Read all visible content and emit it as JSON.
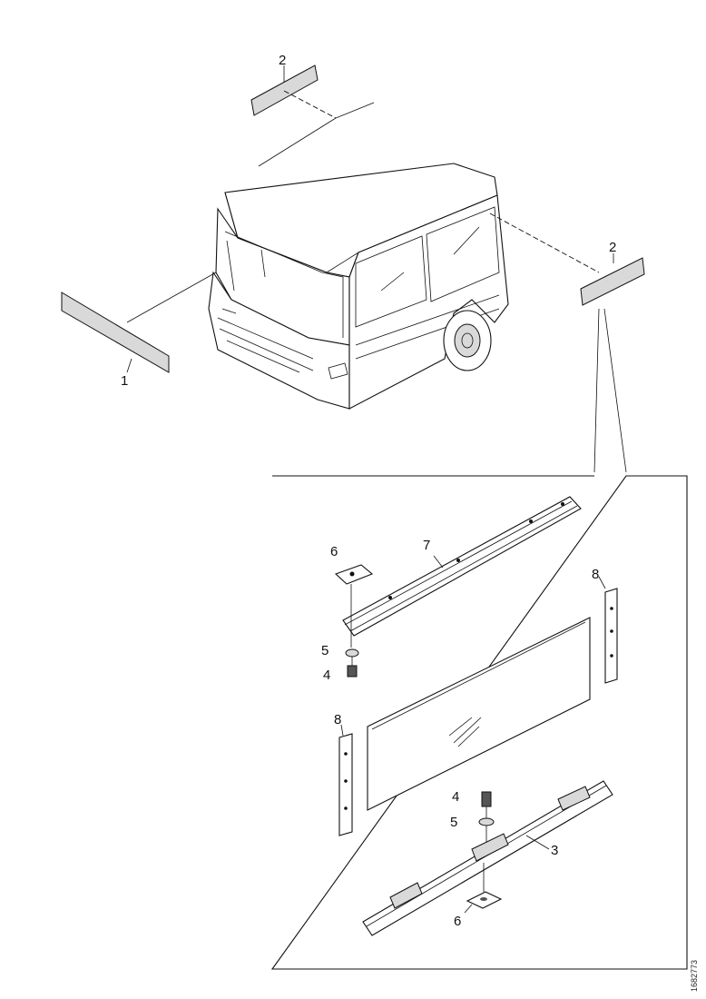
{
  "callouts": {
    "c1": "1",
    "c2_top": "2",
    "c2_right": "2",
    "c3": "3",
    "c4_upper": "4",
    "c4_lower": "4",
    "c5_upper": "5",
    "c5_lower": "5",
    "c6_upper": "6",
    "c6_lower": "6",
    "c7": "7",
    "c8_right": "8",
    "c8_left": "8"
  },
  "document_id": "1682773"
}
